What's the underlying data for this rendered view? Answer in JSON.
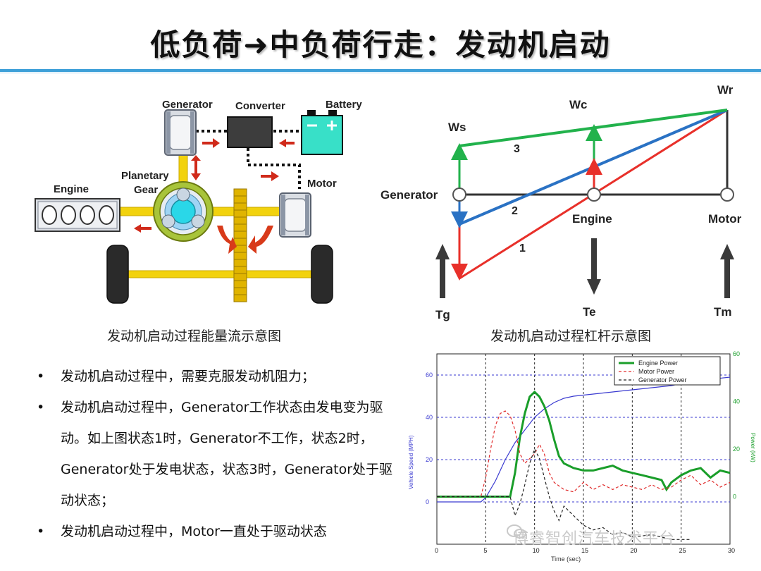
{
  "title": "低负荷➜中负荷行走：发动机启动",
  "energy_diagram": {
    "labels": {
      "generator": "Generator",
      "converter": "Converter",
      "battery": "Battery",
      "planetary": "Planetary",
      "gear": "Gear",
      "engine": "Engine",
      "motor": "Motor"
    },
    "caption": "发动机启动过程能量流示意图"
  },
  "lever_diagram": {
    "labels": {
      "wr": "Wr",
      "wc": "Wc",
      "ws": "Ws",
      "generator": "Generator",
      "engine": "Engine",
      "motor": "Motor",
      "tg": "Tg",
      "te": "Te",
      "tm": "Tm",
      "state1": "1",
      "state2": "2",
      "state3": "3"
    },
    "colors": {
      "state1": "#e8302a",
      "state2": "#2a72c4",
      "state3": "#22b24c"
    },
    "caption": "发动机启动过程杠杆示意图"
  },
  "bullets": [
    {
      "mark": "•",
      "text": "发动机启动过程中，需要克服发动机阻力；"
    },
    {
      "mark": "•",
      "text": "发动机启动过程中，Generator工作状态由发电变为驱动。如上图状态1时，Generator不工作，状态2时，Generator处于发电状态，状态3时，Generator处于驱动状态；"
    },
    {
      "mark": "•",
      "text": "发动机启动过程中，Motor一直处于驱动状态"
    }
  ],
  "chart_data": {
    "type": "line",
    "xlabel": "Time (sec)",
    "ylabel": "Vehicle Speed (MPH)",
    "y2label": "Power (kW)",
    "xlim": [
      0,
      30
    ],
    "ylim": [
      -20,
      70
    ],
    "y2lim": [
      -20,
      60
    ],
    "x_ticks": [
      "0",
      "5",
      "10",
      "15",
      "20",
      "25",
      "30"
    ],
    "y_ticks": [
      "0",
      "20",
      "40",
      "60"
    ],
    "y2_ticks": [
      "0",
      "20",
      "40",
      "60"
    ],
    "legend": [
      "Engine Power",
      "Motor Power",
      "Generator Power"
    ],
    "legend_position": "top-right",
    "grid": true,
    "series": [
      {
        "name": "Vehicle Speed",
        "axis": "left",
        "color": "#3a3ad0",
        "style": "solid",
        "points": [
          [
            0,
            0
          ],
          [
            4.5,
            0
          ],
          [
            5,
            2
          ],
          [
            6,
            10
          ],
          [
            7,
            20
          ],
          [
            8,
            28
          ],
          [
            9,
            34
          ],
          [
            10,
            40
          ],
          [
            11,
            44
          ],
          [
            12,
            47
          ],
          [
            13,
            49
          ],
          [
            14,
            50
          ],
          [
            16,
            51
          ],
          [
            18,
            52
          ],
          [
            20,
            53
          ],
          [
            22,
            54
          ],
          [
            24,
            55
          ],
          [
            26,
            57
          ],
          [
            28,
            58
          ],
          [
            30,
            59
          ]
        ]
      },
      {
        "name": "Engine Power",
        "axis": "right",
        "color": "#1a9e2a",
        "style": "solid",
        "points": [
          [
            0,
            0
          ],
          [
            7.5,
            0
          ],
          [
            8,
            10
          ],
          [
            8.5,
            25
          ],
          [
            9,
            35
          ],
          [
            9.5,
            42
          ],
          [
            10,
            44
          ],
          [
            10.5,
            42
          ],
          [
            11,
            38
          ],
          [
            11.5,
            32
          ],
          [
            12,
            24
          ],
          [
            12.5,
            17
          ],
          [
            13,
            14
          ],
          [
            14,
            12
          ],
          [
            15,
            11
          ],
          [
            16,
            11
          ],
          [
            17,
            12
          ],
          [
            18,
            13
          ],
          [
            19,
            11
          ],
          [
            20,
            10
          ],
          [
            21,
            9
          ],
          [
            22,
            8
          ],
          [
            23,
            7
          ],
          [
            23.5,
            3
          ],
          [
            24,
            6
          ],
          [
            25,
            9
          ],
          [
            26,
            11
          ],
          [
            27,
            12
          ],
          [
            28,
            8
          ],
          [
            29,
            11
          ],
          [
            30,
            10
          ]
        ]
      },
      {
        "name": "Motor Power",
        "axis": "right",
        "color": "#e02a2a",
        "style": "dashed",
        "points": [
          [
            0,
            0
          ],
          [
            4.5,
            0
          ],
          [
            5,
            8
          ],
          [
            5.5,
            20
          ],
          [
            6,
            30
          ],
          [
            6.5,
            35
          ],
          [
            7,
            36
          ],
          [
            7.5,
            34
          ],
          [
            8,
            28
          ],
          [
            8.5,
            18
          ],
          [
            9,
            14
          ],
          [
            10,
            18
          ],
          [
            10.5,
            22
          ],
          [
            11,
            18
          ],
          [
            11.5,
            10
          ],
          [
            12,
            6
          ],
          [
            13,
            3
          ],
          [
            14,
            2
          ],
          [
            15,
            6
          ],
          [
            16,
            3
          ],
          [
            17,
            5
          ],
          [
            18,
            3
          ],
          [
            19,
            5
          ],
          [
            20,
            4
          ],
          [
            21,
            3
          ],
          [
            22,
            5
          ],
          [
            23,
            3
          ],
          [
            24,
            4
          ],
          [
            25,
            7
          ],
          [
            26,
            9
          ],
          [
            27,
            5
          ],
          [
            28,
            7
          ],
          [
            29,
            4
          ],
          [
            30,
            6
          ]
        ]
      },
      {
        "name": "Generator Power",
        "axis": "right",
        "color": "#222222",
        "style": "dashed",
        "points": [
          [
            0,
            0
          ],
          [
            7.5,
            0
          ],
          [
            8,
            -8
          ],
          [
            8.5,
            -3
          ],
          [
            9,
            5
          ],
          [
            9.5,
            14
          ],
          [
            10,
            20
          ],
          [
            10.5,
            16
          ],
          [
            11,
            8
          ],
          [
            11.5,
            0
          ],
          [
            12,
            -6
          ],
          [
            12.5,
            -10
          ],
          [
            13,
            -4
          ],
          [
            14,
            -8
          ],
          [
            15,
            -12
          ],
          [
            16,
            -14
          ],
          [
            17,
            -13
          ],
          [
            18,
            -16
          ],
          [
            19,
            -15
          ],
          [
            20,
            -17
          ],
          [
            22,
            -16
          ],
          [
            24,
            -18
          ],
          [
            26,
            -18
          ]
        ]
      }
    ]
  },
  "watermark": "博睿智创汽车技术平台"
}
